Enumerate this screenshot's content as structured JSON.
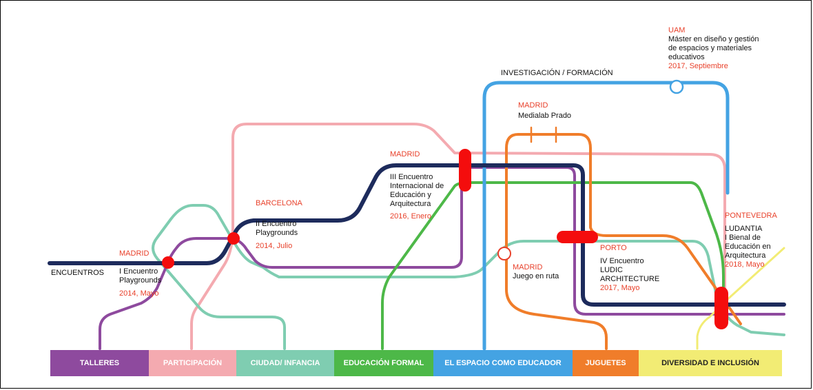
{
  "lines": {
    "encuentros": "ENCUENTROS",
    "investigacion": "INVESTIGACIÓN / FORMACIÓN"
  },
  "stations": [
    {
      "city": "MADRID",
      "lines": [
        "I Encuentro",
        "Playgrounds"
      ],
      "date": "2014, Mayo"
    },
    {
      "city": "BARCELONA",
      "lines": [
        "II Encuentro",
        "Playgrounds"
      ],
      "date": "2014, Julio"
    },
    {
      "city": "MADRID",
      "lines": [
        "III Encuentro",
        "Internacional de",
        "Educación y",
        "Arquitectura"
      ],
      "date": "2016, Enero"
    },
    {
      "city": "MADRID",
      "lines": [
        "Medialab Prado"
      ],
      "date": ""
    },
    {
      "city": "UAM",
      "lines": [
        "Máster en diseño y gestión",
        "de espacios y materiales",
        "educativos"
      ],
      "date": "2017, Septiembre"
    },
    {
      "city": "MADRID",
      "lines": [
        "Juego en ruta"
      ],
      "date": ""
    },
    {
      "city": "PORTO",
      "lines": [
        "IV Encuentro",
        "LUDIC",
        "ARCHITECTURE"
      ],
      "date": "2017, Mayo"
    },
    {
      "city": "PONTEVEDRA",
      "lines": [
        "LUDANTIA",
        "I Bienal de",
        "Educación en",
        "Arquitectura"
      ],
      "date": "2018, Mayo"
    }
  ],
  "categories": [
    {
      "label": "TALLERES",
      "color": "#8e4a9e"
    },
    {
      "label": "PARTICIPACIÓN",
      "color": "#f4aab0"
    },
    {
      "label": "CIUDAD/ INFANCIA",
      "color": "#7fcdb1"
    },
    {
      "label": "EDUCACIÓN FORMAL",
      "color": "#4db848"
    },
    {
      "label": "EL ESPACIO COMO EDUCADOR",
      "color": "#44a3e3"
    },
    {
      "label": "JUGUETES",
      "color": "#f07d2a"
    },
    {
      "label": "DIVERSIDAD E INCLUSIÓN",
      "color": "#f2ec74"
    }
  ],
  "colors": {
    "encuentros": "#1d2b5c",
    "talleres": "#8e4a9e",
    "participacion": "#f4aab0",
    "ciudad": "#7fcdb1",
    "educacion_formal": "#4db848",
    "espacio": "#44a3e3",
    "juguetes": "#f07d2a",
    "diversidad": "#f2ec74",
    "station": "#f40d0d",
    "city_text": "#e8402a"
  }
}
